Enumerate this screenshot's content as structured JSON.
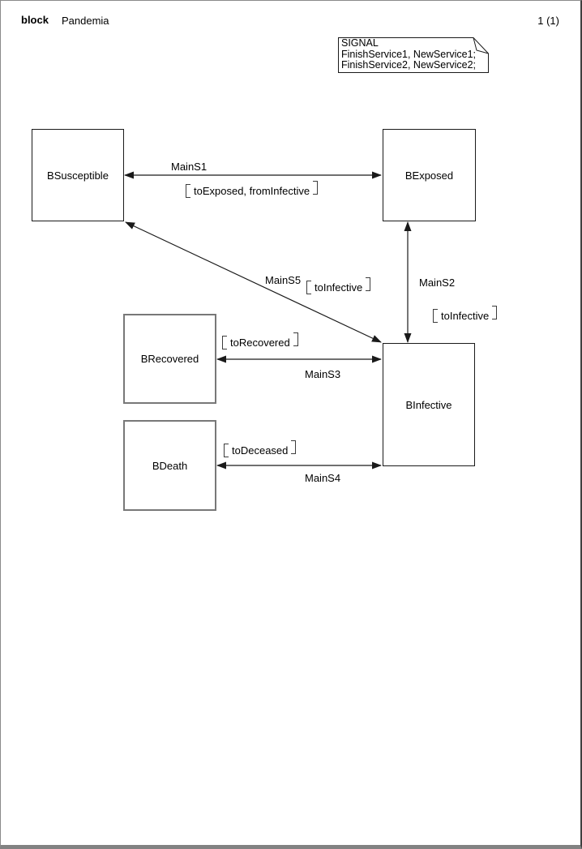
{
  "header": {
    "kind_label": "block",
    "title": "Pandemia",
    "page_number": "1 (1)"
  },
  "signal_note": {
    "lines": [
      "SIGNAL",
      "FinishService1, NewService1;",
      "FinishService2, NewService2;"
    ]
  },
  "blocks": [
    {
      "label": "BSusceptible"
    },
    {
      "label": "BExposed"
    },
    {
      "label": "BInfective"
    },
    {
      "label": "BRecovered"
    },
    {
      "label": "BDeath"
    }
  ],
  "channels": [
    {
      "name": "MainS1",
      "signal_list": "toExposed, fromInfective"
    },
    {
      "name": "MainS2",
      "signal_list": "toInfective"
    },
    {
      "name": "MainS3",
      "signal_list": "toRecovered"
    },
    {
      "name": "MainS4",
      "signal_list": "toDeceased"
    },
    {
      "name": "MainS5",
      "signal_list": "toInfective"
    }
  ],
  "colors": {
    "line": "#1a1a1a",
    "page_border": "#8a8a8a",
    "gray_block_border": "#787878"
  }
}
